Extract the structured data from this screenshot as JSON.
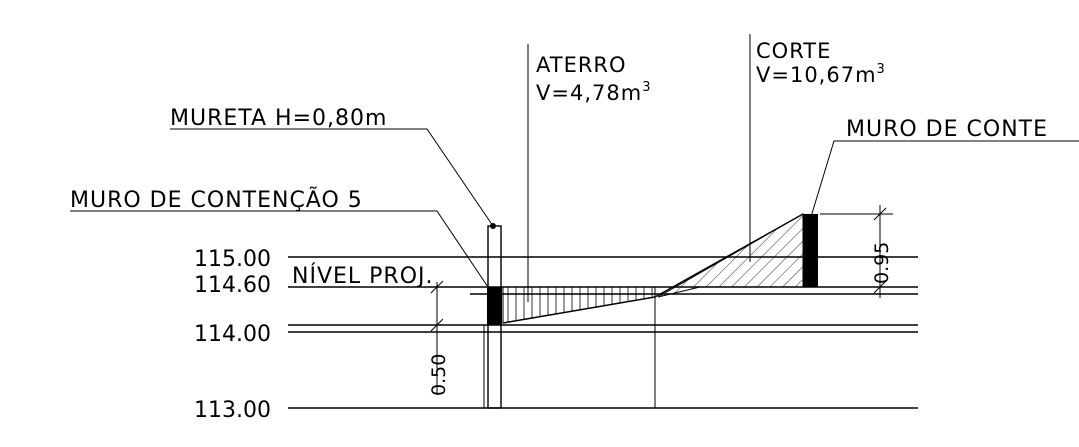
{
  "labels": {
    "mureta": "MURETA H=0,80m",
    "muro_left": "MURO DE CONTENÇÃO 5",
    "muro_right": "MURO DE CONTE",
    "nivel_proj": "NÍVEL PROJ."
  },
  "volumes": {
    "aterro_title": "ATERRO",
    "aterro_value": "V=4,78m",
    "corte_title": "CORTE",
    "corte_value": "V=10,67m",
    "unit_exponent": "3"
  },
  "levels": [
    "115.00",
    "114.60",
    "114.00",
    "113.00"
  ],
  "dimensions": {
    "left": "0.50",
    "right": "0.95"
  },
  "colors": {
    "line": "#000000",
    "background": "#ffffff"
  }
}
